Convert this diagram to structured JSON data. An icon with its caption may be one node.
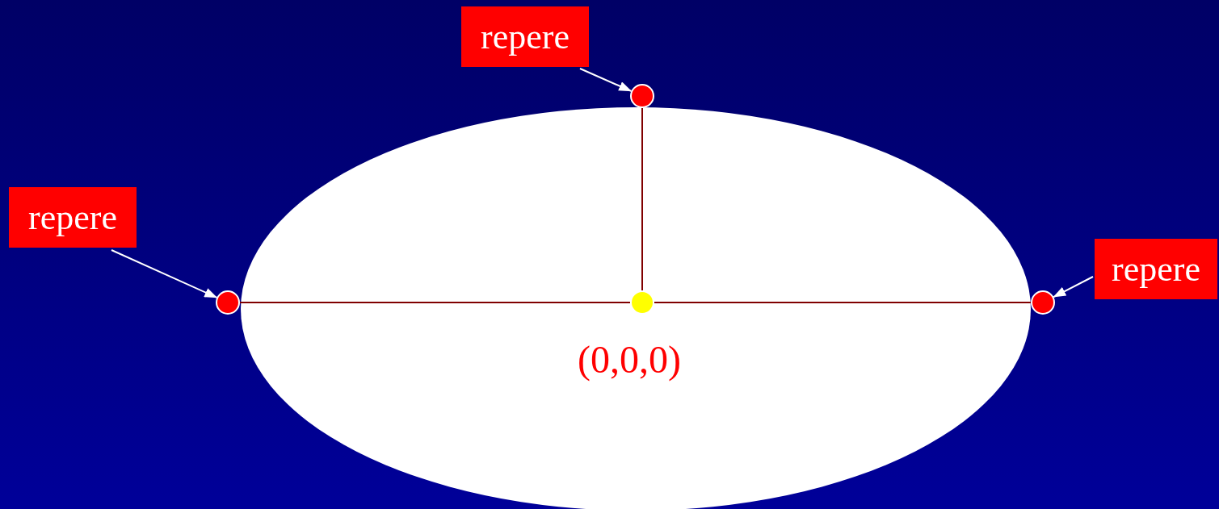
{
  "diagram": {
    "nodes": [
      {
        "text": [
          "repere"
        ]
      },
      {
        "text": [],
        "shape": "circle"
      },
      {
        "text": [
          "repere"
        ]
      },
      {
        "text": [],
        "shape": "ellipse"
      },
      {
        "text": [],
        "shape": "circle"
      },
      {
        "text": [],
        "shape": "circle",
        "in": 3,
        "beside": [
          "(0,0,0)"
        ]
      },
      {
        "text": [],
        "shape": "circle"
      },
      {
        "text": [
          "repere"
        ]
      }
    ],
    "edges": [
      {
        "from": 0,
        "to": 1,
        "arrow": "to"
      },
      {
        "from": 2,
        "to": 4,
        "arrow": "to"
      },
      {
        "from": 7,
        "to": 6,
        "arrow": "to"
      },
      {
        "from": 5,
        "to": 1,
        "arrow": "none",
        "color": "#800000"
      },
      {
        "from": 5,
        "to": 4,
        "arrow": "none",
        "color": "#800000"
      },
      {
        "from": 5,
        "to": 6,
        "arrow": "none",
        "color": "#800000"
      }
    ]
  }
}
